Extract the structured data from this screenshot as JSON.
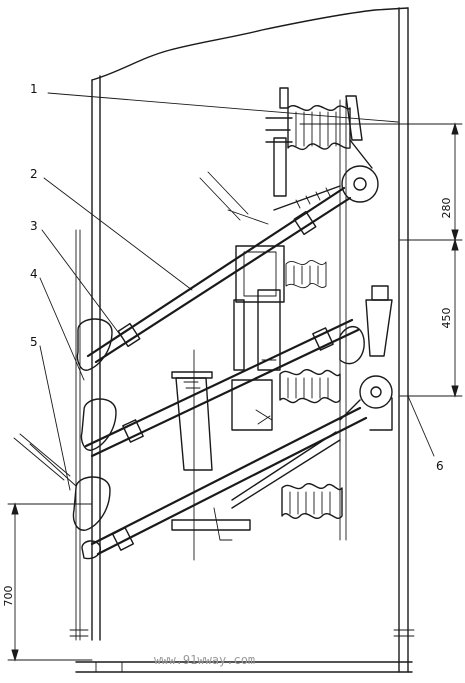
{
  "callouts": [
    "1",
    "2",
    "3",
    "4",
    "5",
    "6"
  ],
  "dimensions": {
    "top_span": "280",
    "mid_span": "450",
    "bottom_span": "700"
  },
  "watermark": "www.91wway.com"
}
